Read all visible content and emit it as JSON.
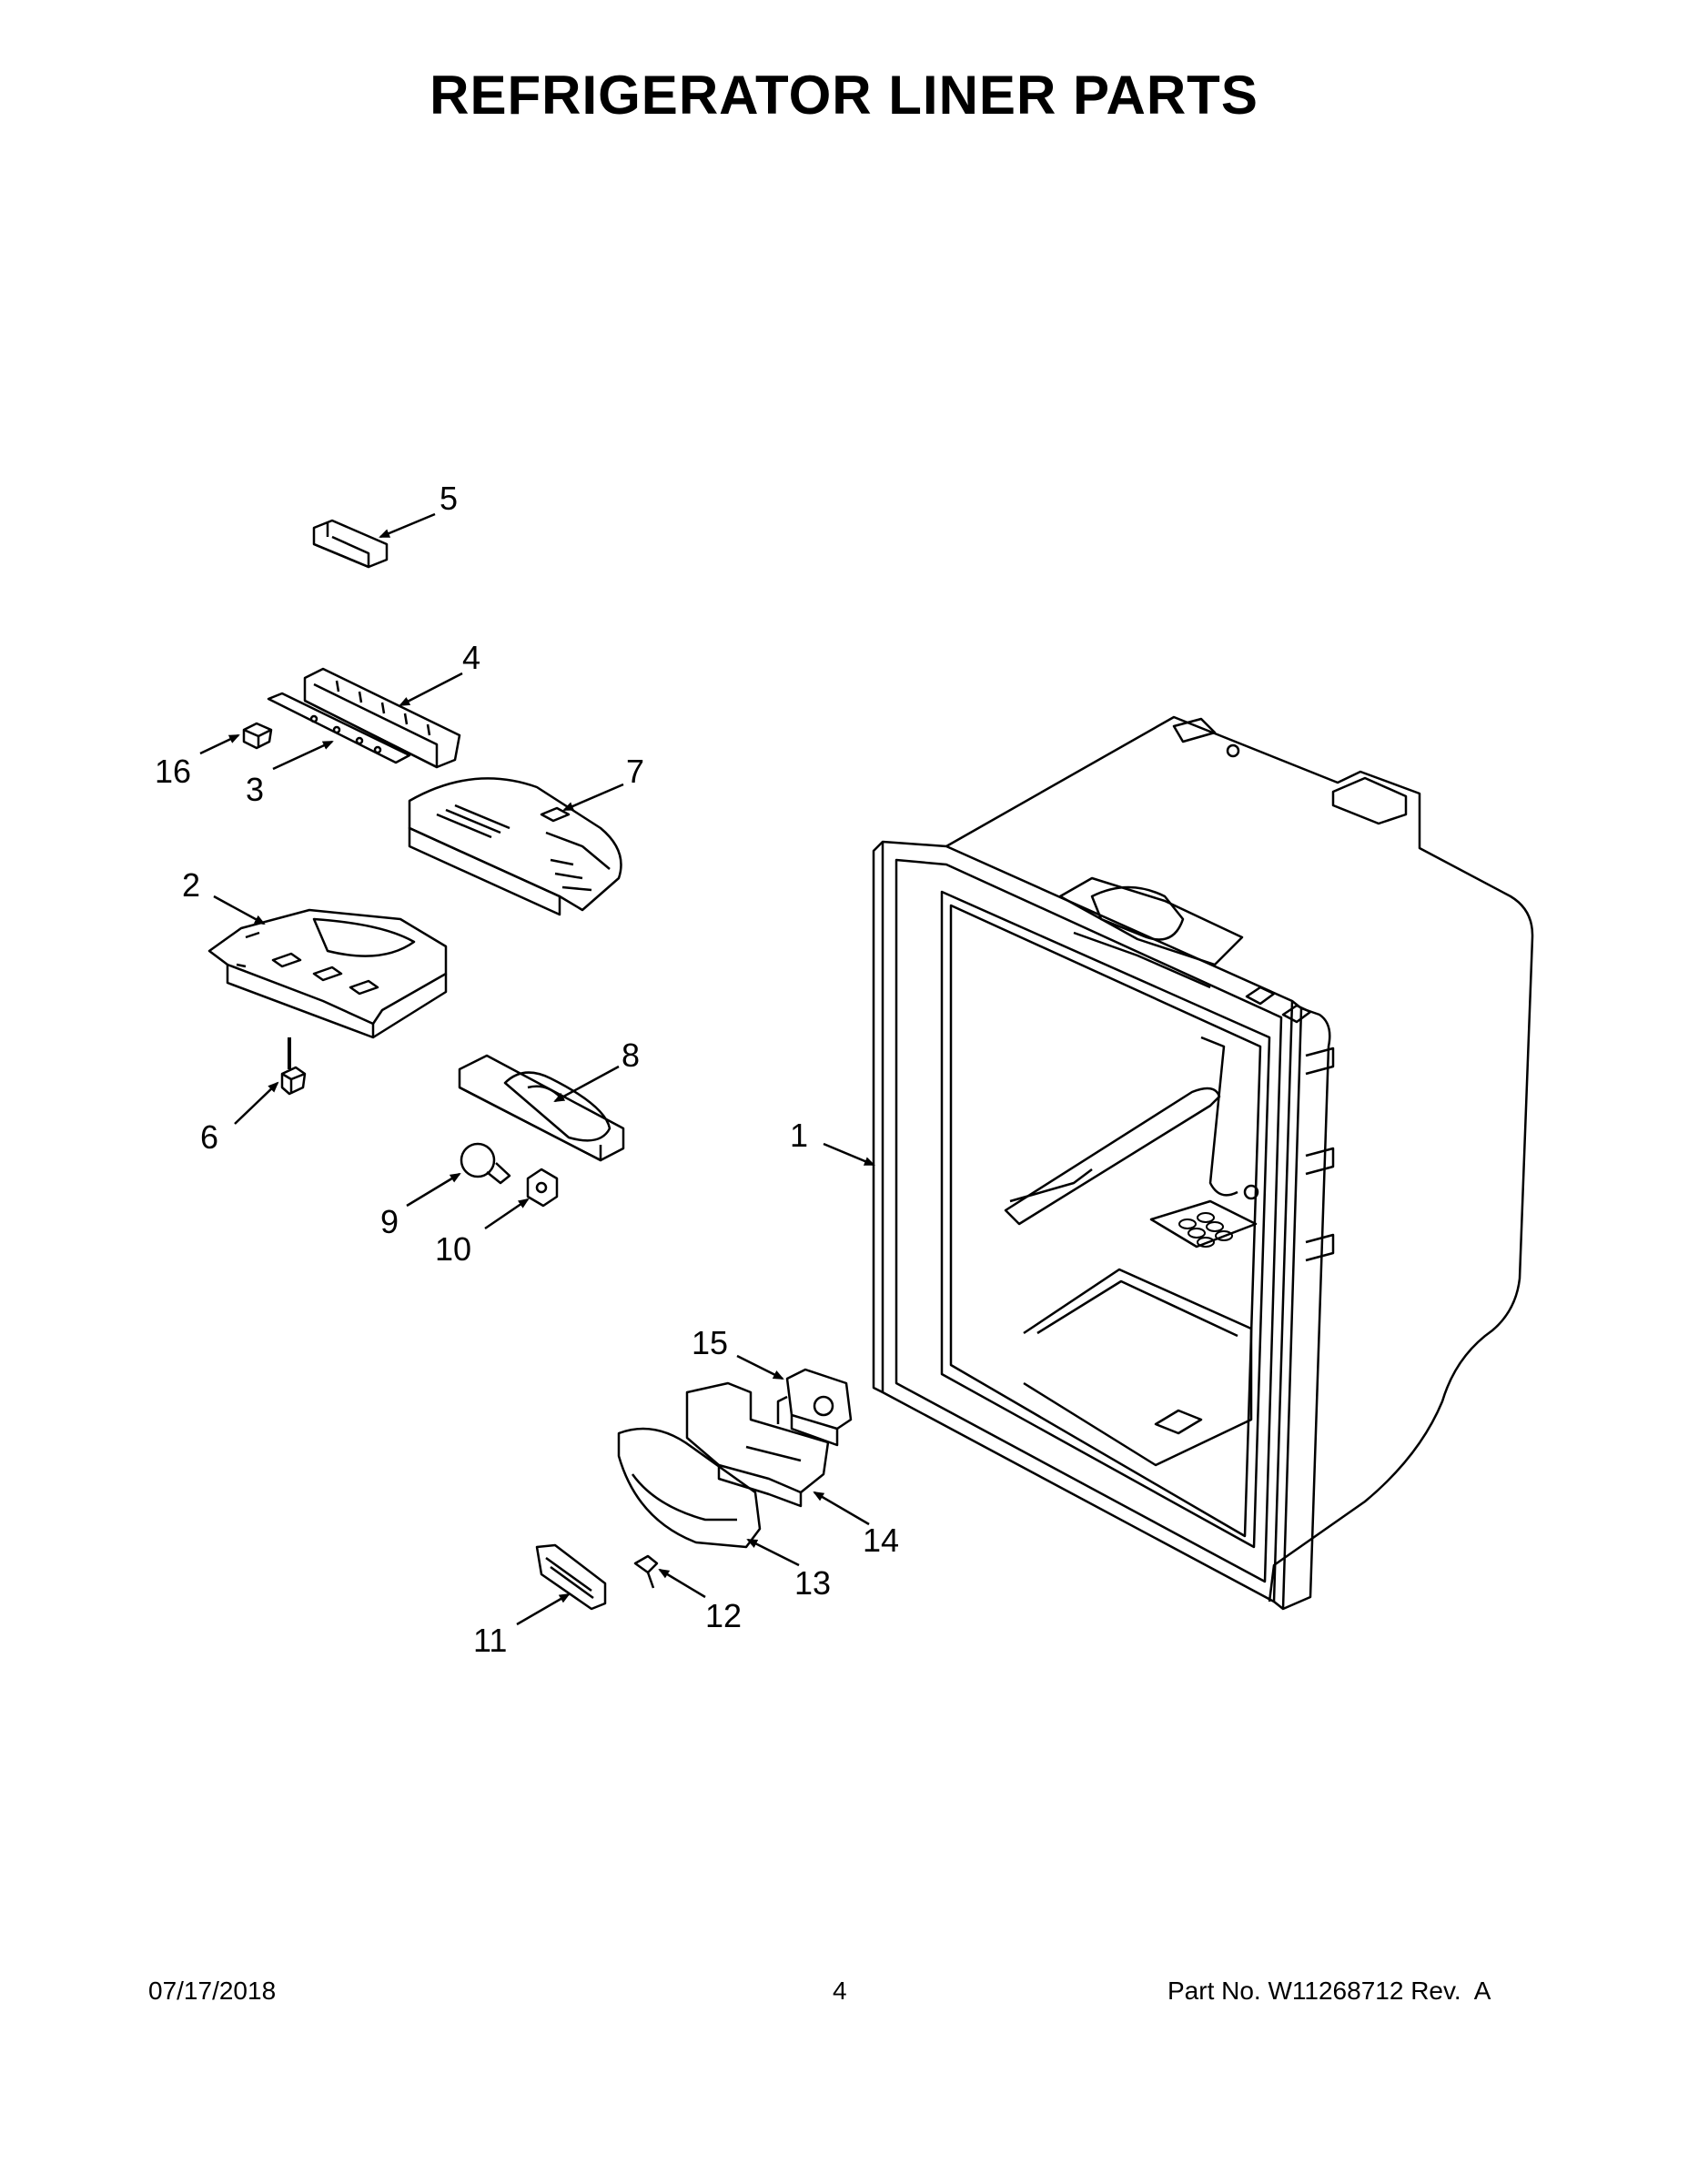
{
  "title": "REFRIGERATOR LINER PARTS",
  "callouts": [
    {
      "id": "1",
      "label": "1"
    },
    {
      "id": "2",
      "label": "2"
    },
    {
      "id": "3",
      "label": "3"
    },
    {
      "id": "4",
      "label": "4"
    },
    {
      "id": "5",
      "label": "5"
    },
    {
      "id": "6",
      "label": "6"
    },
    {
      "id": "7",
      "label": "7"
    },
    {
      "id": "8",
      "label": "8"
    },
    {
      "id": "9",
      "label": "9"
    },
    {
      "id": "10",
      "label": "10"
    },
    {
      "id": "11",
      "label": "11"
    },
    {
      "id": "12",
      "label": "12"
    },
    {
      "id": "13",
      "label": "13"
    },
    {
      "id": "14",
      "label": "14"
    },
    {
      "id": "15",
      "label": "15"
    },
    {
      "id": "16",
      "label": "16"
    }
  ],
  "footer": {
    "date": "07/17/2018",
    "page": "4",
    "part_prefix": "Part No.",
    "part_number": "W11268712",
    "revision": "Rev.  A"
  }
}
